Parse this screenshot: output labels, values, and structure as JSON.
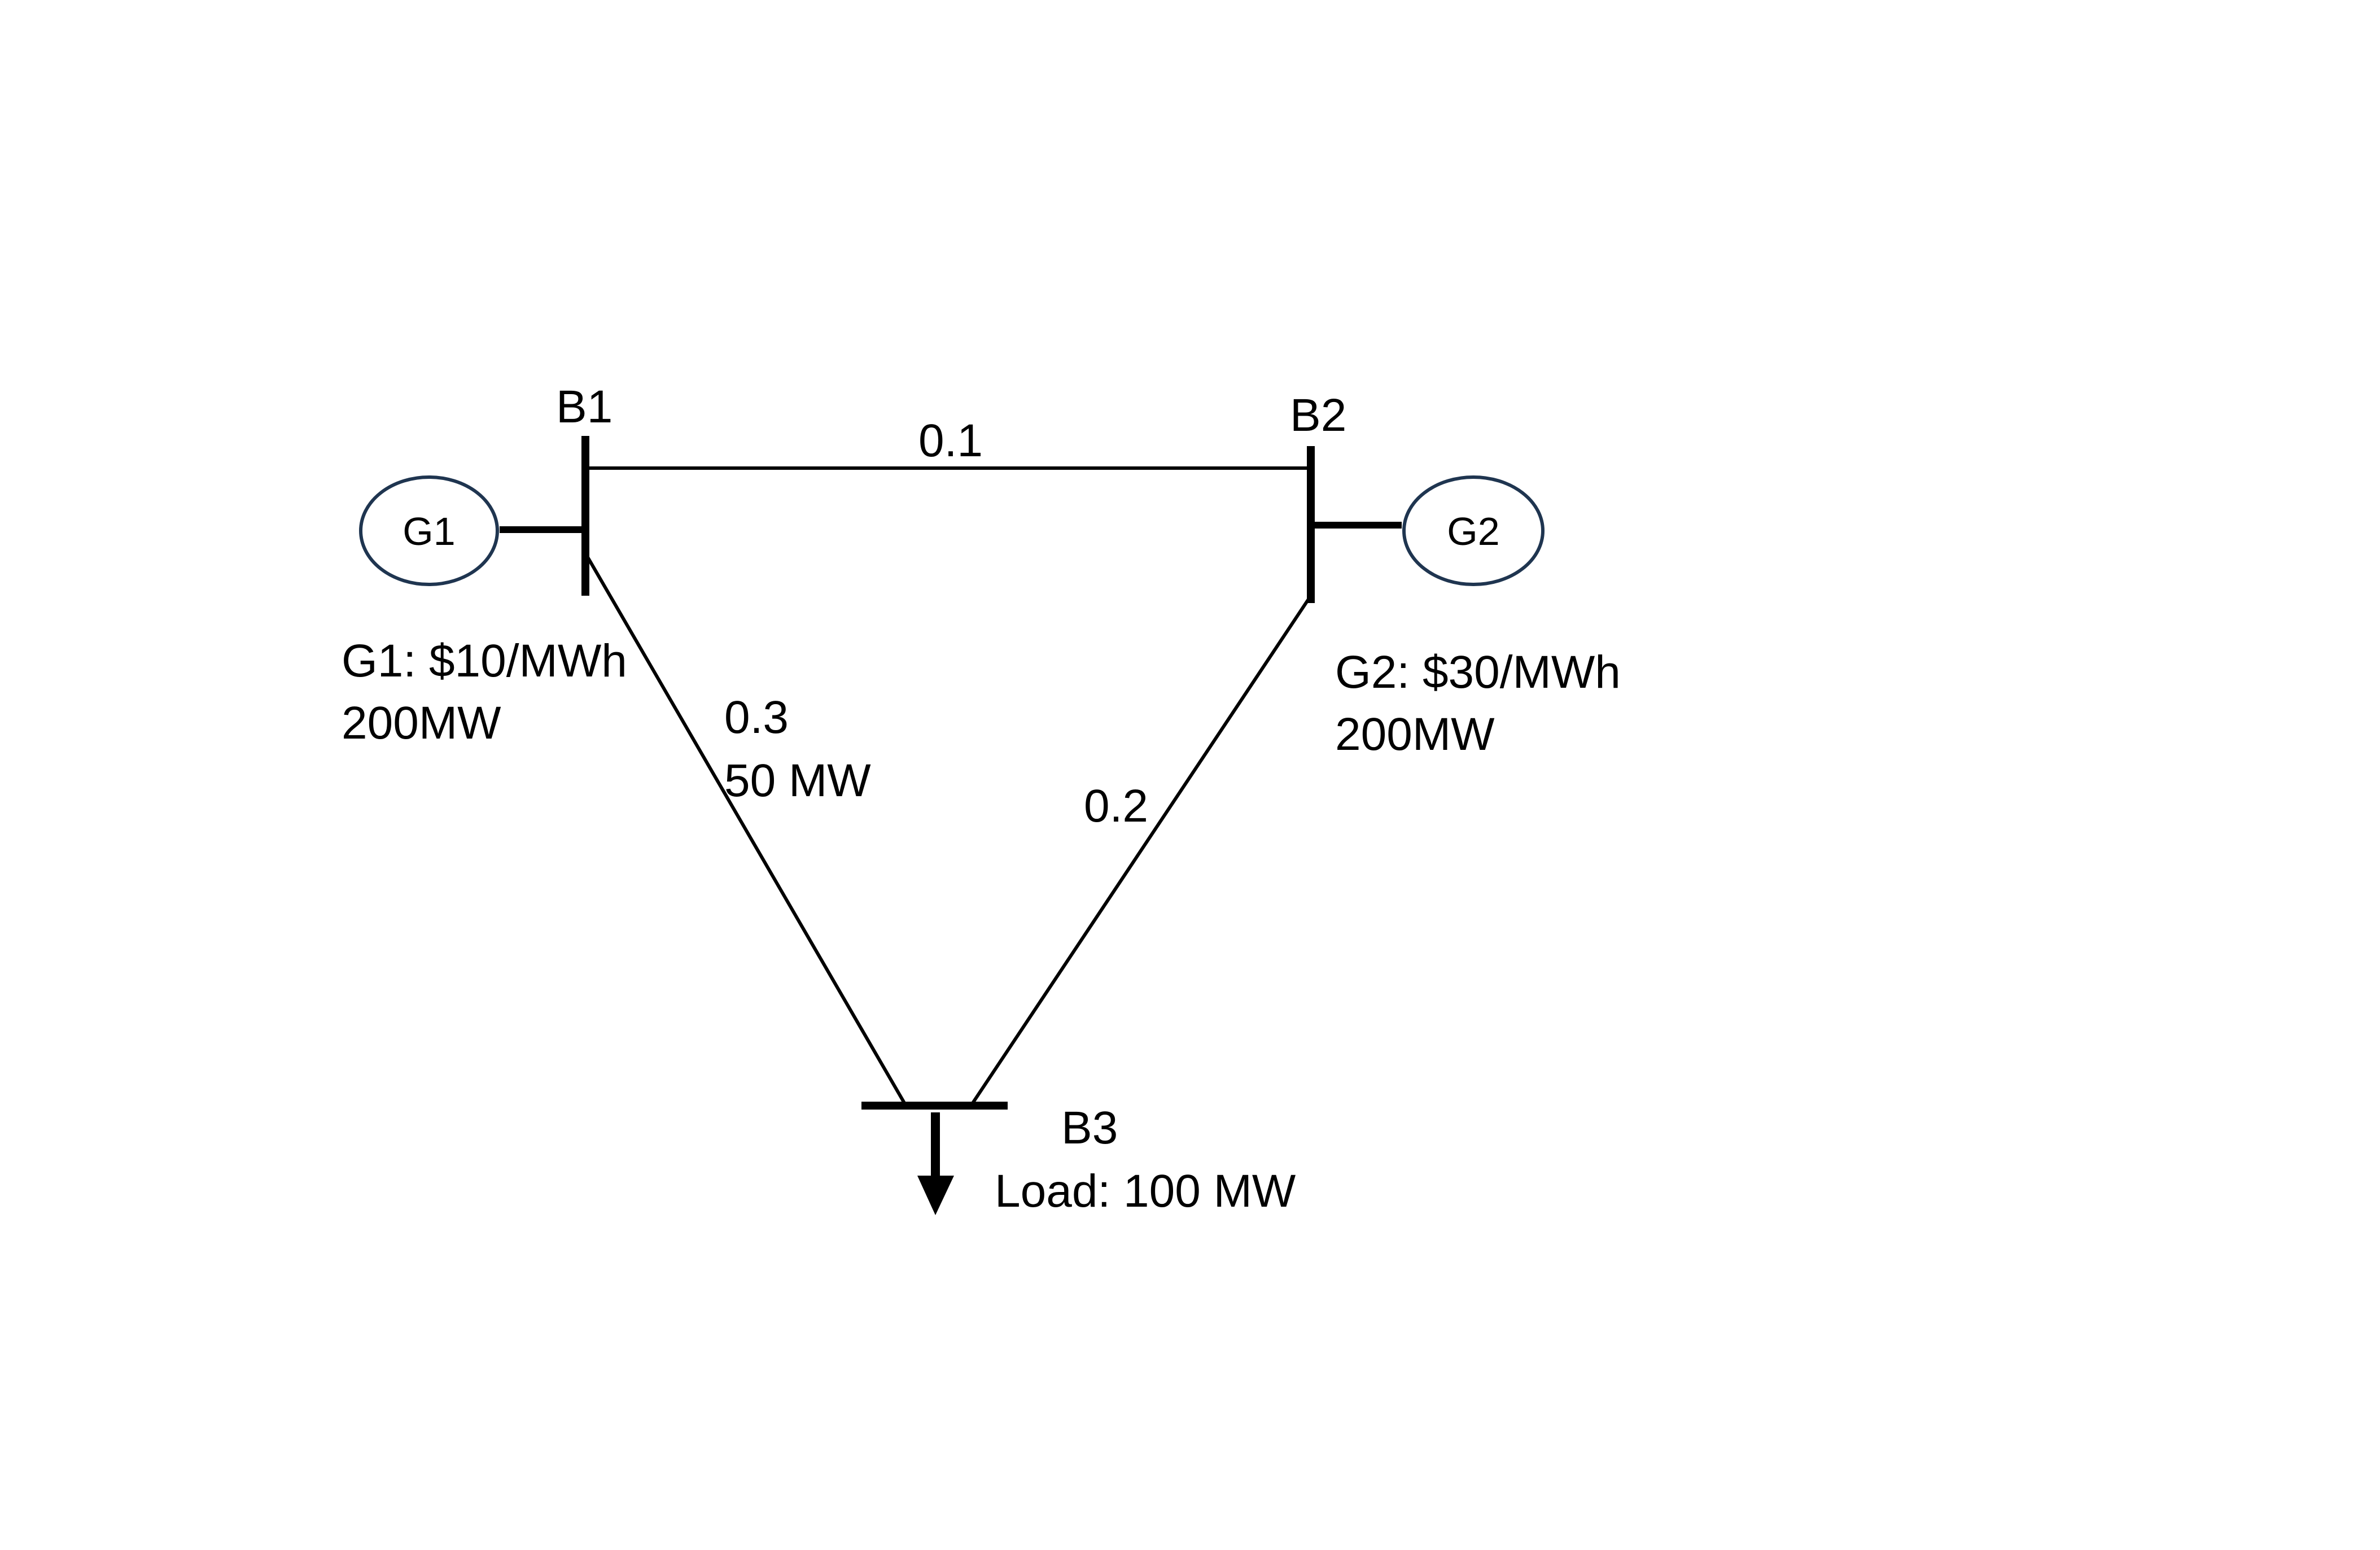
{
  "colors": {
    "line": "#000000",
    "generator_outline": "#1f3550",
    "background": "#ffffff"
  },
  "buses": [
    {
      "id": "B1",
      "label": "B1"
    },
    {
      "id": "B2",
      "label": "B2"
    },
    {
      "id": "B3",
      "label": "B3"
    }
  ],
  "generators": [
    {
      "id": "G1",
      "label": "G1",
      "bus": "B1",
      "cost": "G1: $10/MWh",
      "capacity": "200MW"
    },
    {
      "id": "G2",
      "label": "G2",
      "bus": "B2",
      "cost": "G2: $30/MWh",
      "capacity": "200MW"
    }
  ],
  "lines": [
    {
      "from": "B1",
      "to": "B2",
      "reactance": "0.1",
      "limit": ""
    },
    {
      "from": "B1",
      "to": "B3",
      "reactance": "0.3",
      "limit": "50 MW"
    },
    {
      "from": "B2",
      "to": "B3",
      "reactance": "0.2",
      "limit": ""
    }
  ],
  "load": {
    "bus": "B3",
    "label": "Load: 100 MW"
  }
}
